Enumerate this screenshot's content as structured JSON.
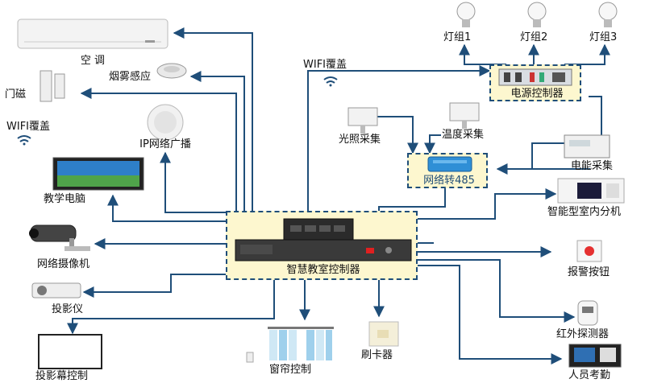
{
  "controller": {
    "label": "智慧教室控制器"
  },
  "power_controller": {
    "label": "电源控制器"
  },
  "net485": {
    "label": "网络转485"
  },
  "wifi_top": {
    "label": "WIFI覆盖"
  },
  "devices": {
    "air_conditioner": "空 调",
    "smoke_sensor": "烟雾感应",
    "door_magnet": "门磁",
    "wifi_left": "WIFI覆盖",
    "ip_broadcast": "IP网络广播",
    "teaching_pc": "教学电脑",
    "network_camera": "网络摄像机",
    "projector": "投影仪",
    "projection_screen": "投影幕控制",
    "curtain": "窗帘控制",
    "card_reader": "刷卡器",
    "light1": "灯组1",
    "light2": "灯组2",
    "light3": "灯组3",
    "light_sensor": "光照采集",
    "temp_sensor": "温度采集",
    "power_meter": "电能采集",
    "intercom": "智能型室内分机",
    "alarm_button": "报警按钮",
    "ir_detector": "红外探测器",
    "attendance": "人员考勤"
  },
  "colors": {
    "line": "#1f4e79",
    "box_fill": "#fdf7cf",
    "box_dash": "#1f4e79",
    "net_fill": "#eaf4fb"
  }
}
